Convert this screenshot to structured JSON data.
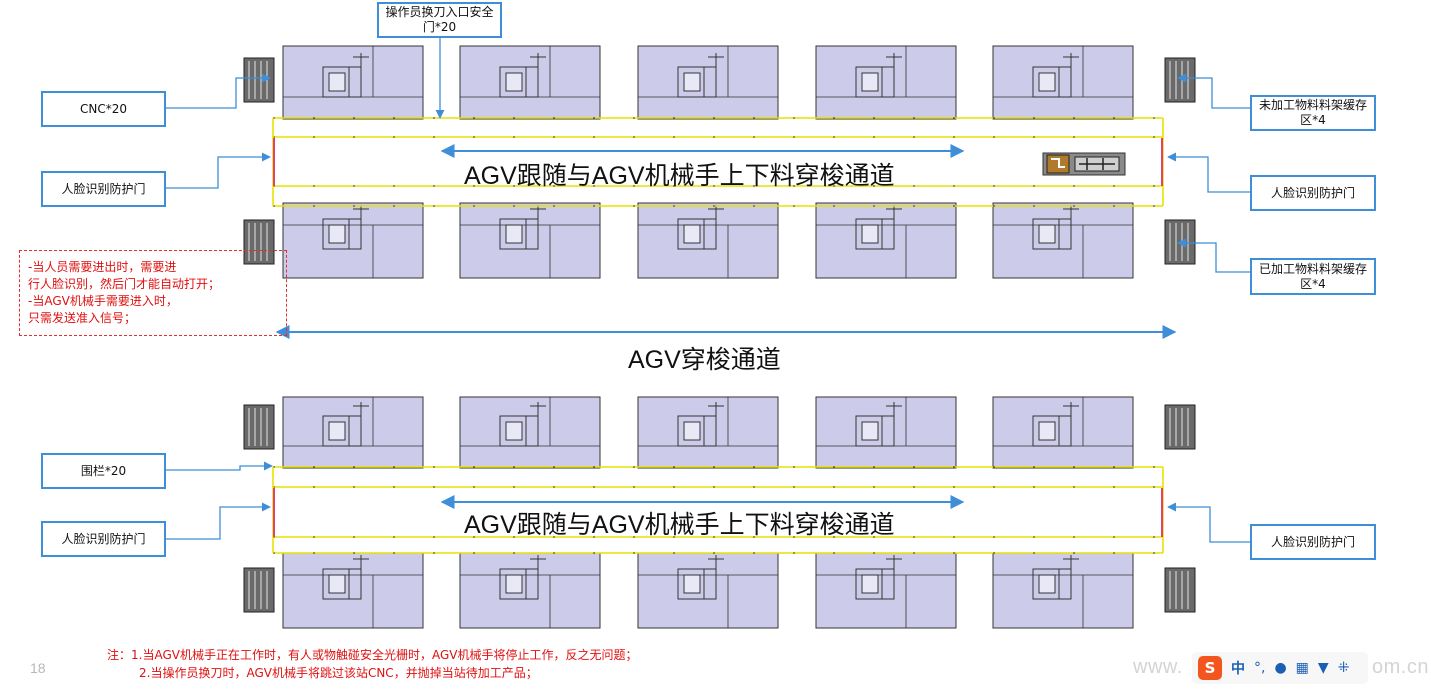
{
  "callouts": {
    "operator_door": [
      "操作员换刀入口安全",
      "门*20"
    ],
    "cnc": "CNC*20",
    "face_door_top_left": "人脸识别防护门",
    "unprocessed_rack": [
      "未加工物料料架缓存",
      "区*4"
    ],
    "face_door_top_right": "人脸识别防护门",
    "processed_rack": [
      "已加工物料料架缓存",
      "区*4"
    ],
    "fence": "围栏*20",
    "face_door_bottom_left": "人脸识别防护门",
    "face_door_bottom_right": "人脸识别防护门"
  },
  "warning_lines": [
    "-当人员需要进出时，需要进",
    "行人脸识别，然后门才能自动打开；",
    "-当AGV机械手需要进入时，",
    "只需发送准入信号；"
  ],
  "channel_labels": {
    "top": "AGV跟随与AGV机械手上下料穿梭通道",
    "middle": "AGV穿梭通道",
    "bottom": "AGV跟随与AGV机械手上下料穿梭通道"
  },
  "notes": [
    "注：1.当AGV机械手正在工作时，有人或物触碰安全光栅时，AGV机械手将停止工作，反之无问题；",
    "2.当操作员换刀时，AGV机械手将跳过该站CNC，并抛掉当站待加工产品；"
  ],
  "page_number": "18",
  "watermark": "www.",
  "watermark_tail": "om.cn",
  "ime_bar": {
    "logo": "S",
    "lang": "中"
  },
  "colors": {
    "machine_fill": "#ccccea",
    "callout_border": "#3e8ed8",
    "fence_yellow": "#e8e200",
    "door_pink": "#e0407a",
    "warning_red": "#e01010"
  }
}
